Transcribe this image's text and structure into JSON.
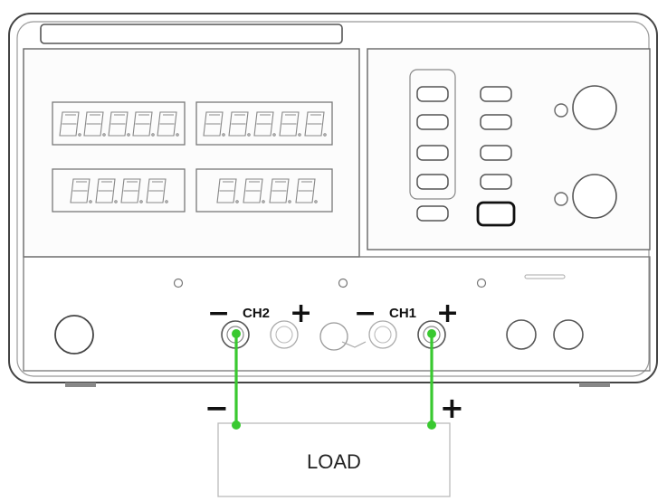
{
  "channels": {
    "ch2": {
      "label": "CH2",
      "minus": "−",
      "plus": "+"
    },
    "ch1": {
      "label": "CH1",
      "minus": "−",
      "plus": "+"
    }
  },
  "load": {
    "label": "LOAD",
    "minus": "−",
    "plus": "+"
  },
  "colors": {
    "wire": "#39c930",
    "outline": "#555555"
  }
}
